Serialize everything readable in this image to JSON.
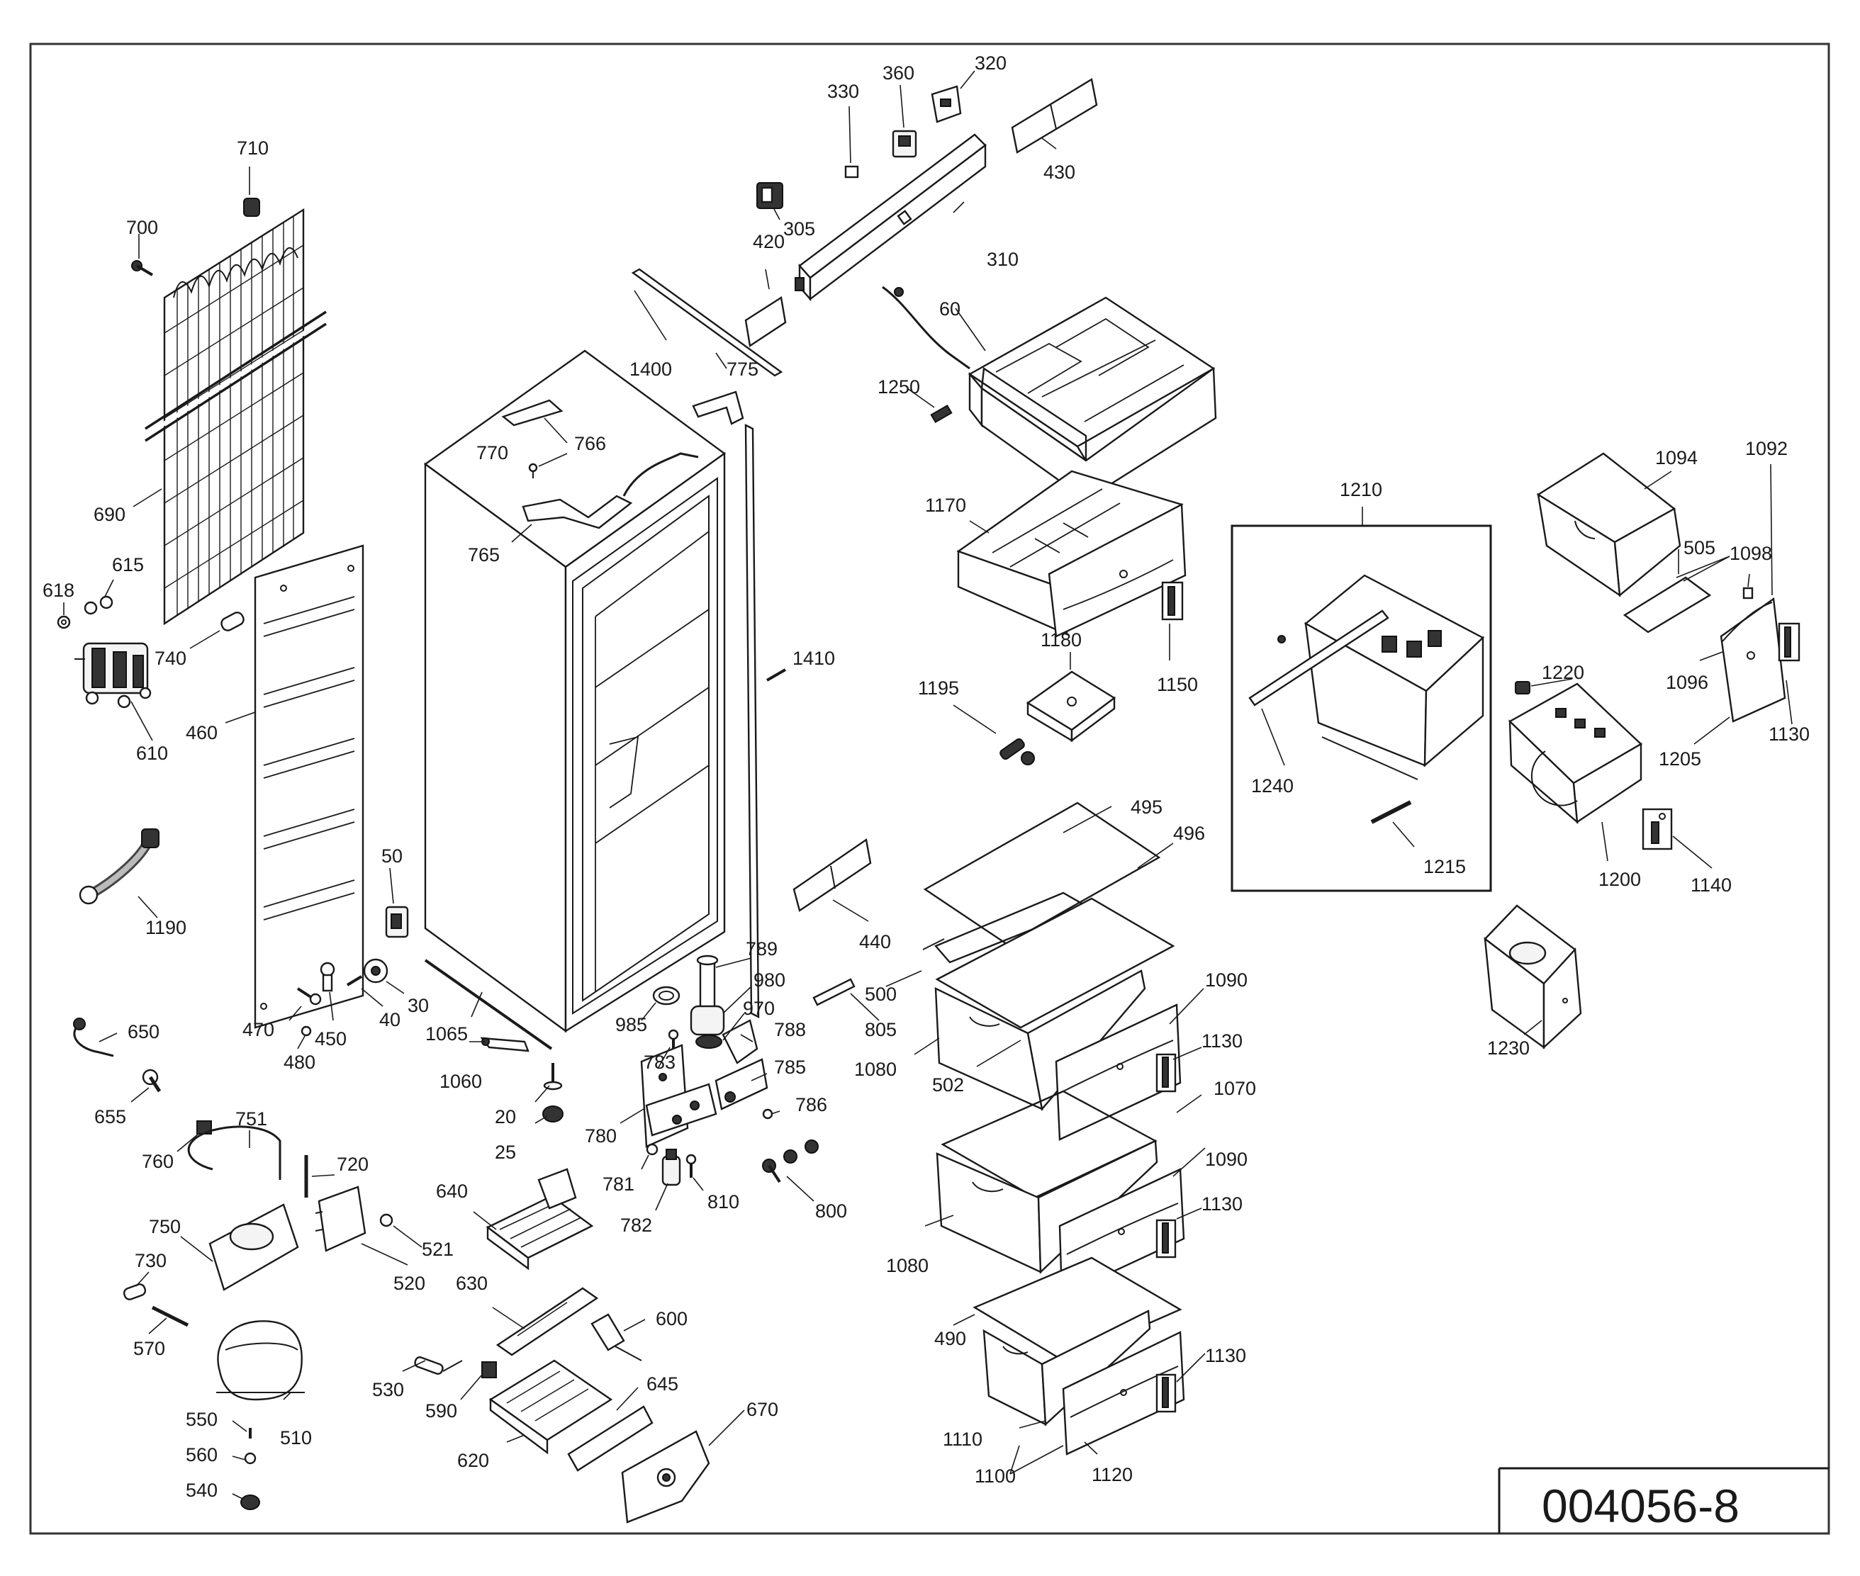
{
  "drawing_code": "004056-8",
  "labels": {
    "l20": "20",
    "l25": "25",
    "l30": "30",
    "l40": "40",
    "l50": "50",
    "l60": "60",
    "l305": "305",
    "l310": "310",
    "l320": "320",
    "l330": "330",
    "l360": "360",
    "l420": "420",
    "l430": "430",
    "l440": "440",
    "l450": "450",
    "l460": "460",
    "l470": "470",
    "l480": "480",
    "l490": "490",
    "l495": "495",
    "l496": "496",
    "l500": "500",
    "l502": "502",
    "l505": "505",
    "l510": "510",
    "l520": "520",
    "l521": "521",
    "l530": "530",
    "l540": "540",
    "l550": "550",
    "l560": "560",
    "l570": "570",
    "l590": "590",
    "l600": "600",
    "l610": "610",
    "l615": "615",
    "l618": "618",
    "l620": "620",
    "l630": "630",
    "l640": "640",
    "l645": "645",
    "l650": "650",
    "l655": "655",
    "l670": "670",
    "l690": "690",
    "l700": "700",
    "l710": "710",
    "l720": "720",
    "l730": "730",
    "l740": "740",
    "l750": "750",
    "l751": "751",
    "l760": "760",
    "l765": "765",
    "l766": "766",
    "l770": "770",
    "l775": "775",
    "l780": "780",
    "l781": "781",
    "l782": "782",
    "l783": "783",
    "l785": "785",
    "l786": "786",
    "l788": "788",
    "l789": "789",
    "l800": "800",
    "l805": "805",
    "l810": "810",
    "l970": "970",
    "l980": "980",
    "l985": "985",
    "l1060": "1060",
    "l1065": "1065",
    "l1070": "1070",
    "l1080a": "1080",
    "l1080b": "1080",
    "l1090a": "1090",
    "l1090b": "1090",
    "l1092": "1092",
    "l1094": "1094",
    "l1096": "1096",
    "l1098": "1098",
    "l1100": "1100",
    "l1110": "1110",
    "l1120": "1120",
    "l1130a": "1130",
    "l1130b": "1130",
    "l1130c": "1130",
    "l1130d": "1130",
    "l1140": "1140",
    "l1150": "1150",
    "l1170": "1170",
    "l1180": "1180",
    "l1190": "1190",
    "l1195": "1195",
    "l1200": "1200",
    "l1205": "1205",
    "l1210": "1210",
    "l1215": "1215",
    "l1220": "1220",
    "l1230": "1230",
    "l1240": "1240",
    "l1250": "1250",
    "l1400": "1400",
    "l1410": "1410"
  }
}
